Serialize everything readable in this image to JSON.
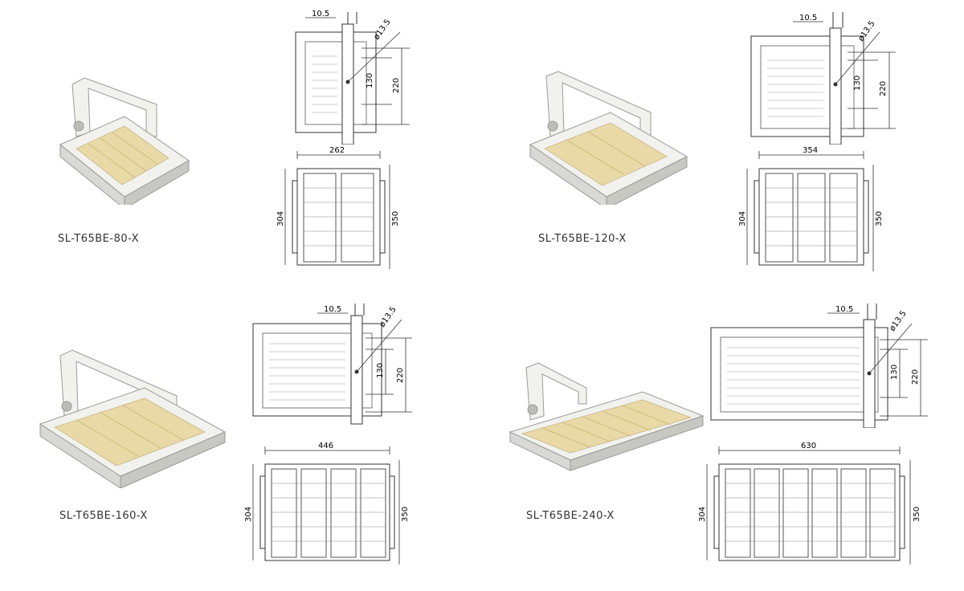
{
  "products": [
    {
      "model": "SL-T65BE-80-X",
      "modules": 2,
      "dims": {
        "offset": "10.5",
        "hole": "ø13.5",
        "v1": "130",
        "v2": "220",
        "width": "262",
        "height_in": "304",
        "height_out": "350"
      }
    },
    {
      "model": "SL-T65BE-120-X",
      "modules": 3,
      "dims": {
        "offset": "10.5",
        "hole": "ø13.5",
        "v1": "130",
        "v2": "220",
        "width": "354",
        "height_in": "304",
        "height_out": "350"
      }
    },
    {
      "model": "SL-T65BE-160-X",
      "modules": 4,
      "dims": {
        "offset": "10.5",
        "hole": "ø13.5",
        "v1": "130",
        "v2": "220",
        "width": "446",
        "height_in": "304",
        "height_out": "350"
      }
    },
    {
      "model": "SL-T65BE-240-X",
      "modules": 6,
      "dims": {
        "offset": "10.5",
        "hole": "ø13.5",
        "v1": "130",
        "v2": "220",
        "width": "630",
        "height_in": "304",
        "height_out": "350"
      }
    }
  ]
}
